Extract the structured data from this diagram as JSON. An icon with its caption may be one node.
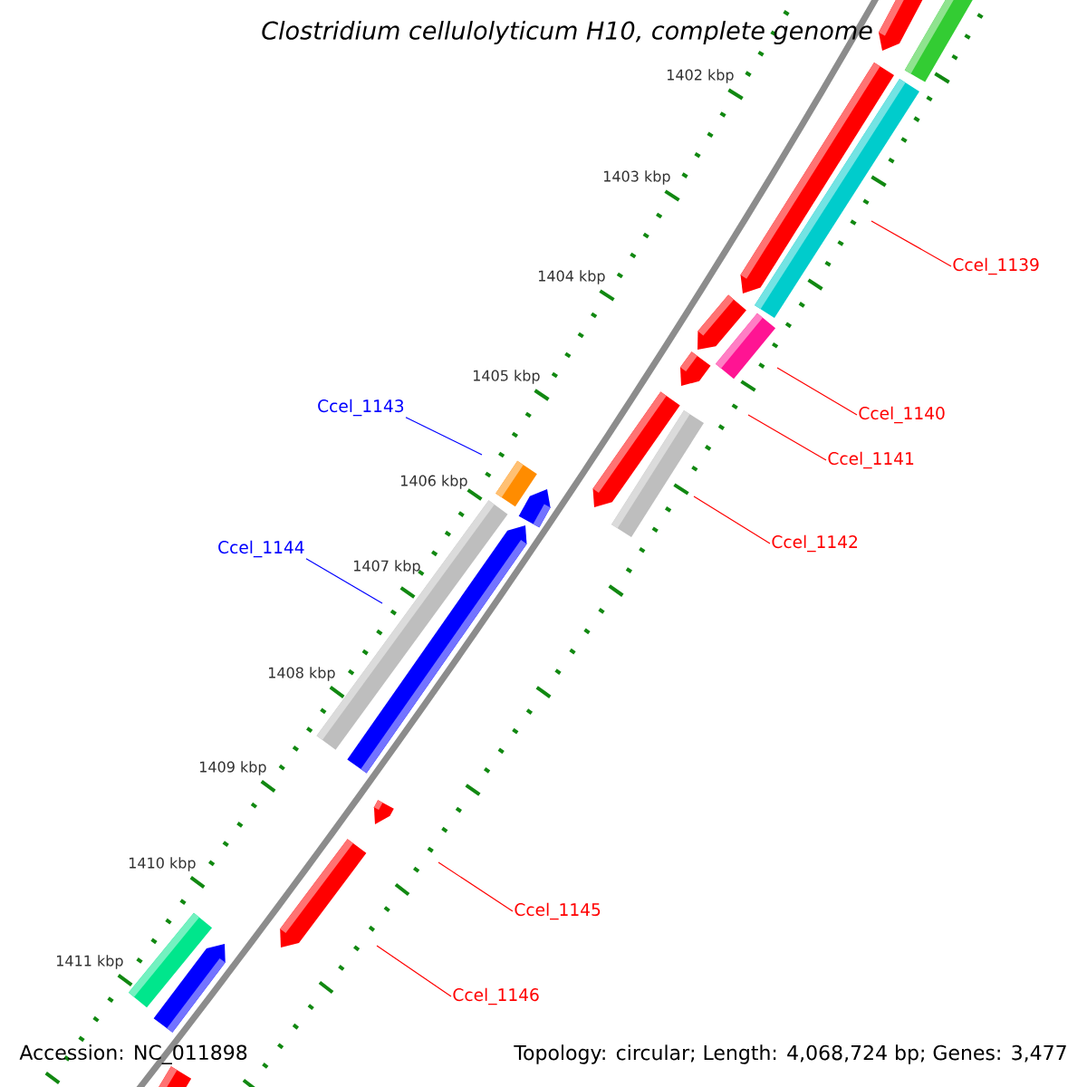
{
  "diagram": {
    "title": "Clostridium cellulolyticum H10, complete genome",
    "nodes": [
      {
        "text": [
          "Ccel_1139"
        ]
      },
      {
        "text": [
          "Ccel_1143"
        ]
      },
      {
        "text": [
          "Ccel_1140"
        ]
      },
      {
        "text": [
          "Ccel_1141"
        ]
      },
      {
        "text": [
          "Ccel_1142"
        ]
      },
      {
        "text": [
          "Ccel_1144"
        ]
      },
      {
        "text": [
          "Ccel_1145"
        ]
      },
      {
        "text": [
          "Ccel_1146"
        ]
      }
    ],
    "edges": [
      {
        "from": 0,
        "to": null,
        "arrow": "none",
        "color": "#ff0000"
      },
      {
        "from": 1,
        "to": null,
        "arrow": "none",
        "color": "#0000ff"
      },
      {
        "from": 2,
        "to": null,
        "arrow": "none",
        "color": "#ff0000"
      },
      {
        "from": 3,
        "to": null,
        "arrow": "none",
        "color": "#ff0000"
      },
      {
        "from": 4,
        "to": null,
        "arrow": "none",
        "color": "#ff0000"
      },
      {
        "from": 5,
        "to": null,
        "arrow": "none",
        "color": "#0000ff"
      },
      {
        "from": 6,
        "to": null,
        "arrow": "none",
        "color": "#ff0000"
      },
      {
        "from": 7,
        "to": null,
        "arrow": "none",
        "color": "#ff0000"
      }
    ],
    "labels": [
      "1402 kbp",
      "1403 kbp",
      "1404 kbp",
      "1405 kbp",
      "1406 kbp",
      "1407 kbp",
      "1408 kbp",
      "1409 kbp",
      "1410 kbp",
      "1411 kbp",
      "Accession: NC_011898",
      "Topology: circular; Length: 4,068,724 bp; Genes: 3,477"
    ]
  }
}
